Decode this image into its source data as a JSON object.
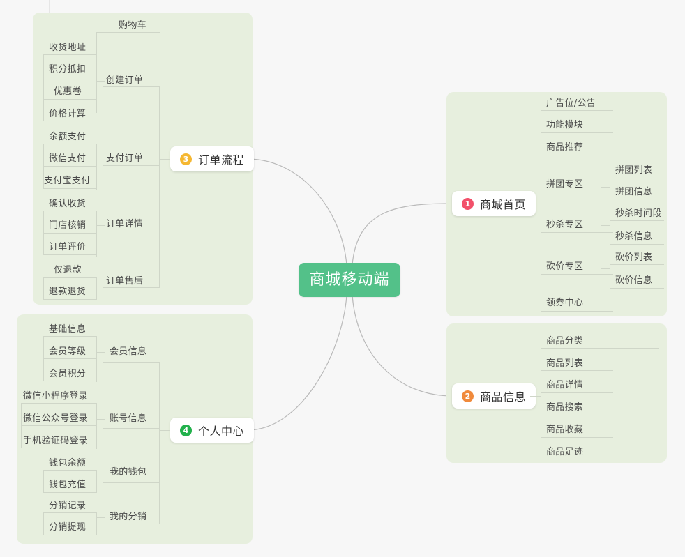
{
  "theme": {
    "background": "#f7f7f7",
    "panel_bg": "#e7efde",
    "root_bg": "#53c189",
    "root_text": "#ffffff",
    "node_text": "#4a4a4a",
    "branch_text": "#333333",
    "line": "#cfd6c8",
    "curve": "#b9b9b9",
    "branch_card_bg": "#ffffff"
  },
  "root": {
    "label": "商城移动端"
  },
  "branches": [
    {
      "index": "1",
      "label": "商城首页",
      "badge_color": "#f2506a",
      "side": "right",
      "children": [
        {
          "label": "广告位/公告",
          "children": []
        },
        {
          "label": "功能模块",
          "children": []
        },
        {
          "label": "商品推荐",
          "children": []
        },
        {
          "label": "拼团专区",
          "children": [
            {
              "label": "拼团列表"
            },
            {
              "label": "拼团信息"
            }
          ]
        },
        {
          "label": "秒杀专区",
          "children": [
            {
              "label": "秒杀时间段"
            },
            {
              "label": "秒杀信息"
            }
          ]
        },
        {
          "label": "砍价专区",
          "children": [
            {
              "label": "砍价列表"
            },
            {
              "label": "砍价信息"
            }
          ]
        },
        {
          "label": "领券中心",
          "children": []
        }
      ]
    },
    {
      "index": "2",
      "label": "商品信息",
      "badge_color": "#f08a3c",
      "side": "right",
      "children": [
        {
          "label": "商品分类",
          "children": []
        },
        {
          "label": "商品列表",
          "children": []
        },
        {
          "label": "商品详情",
          "children": []
        },
        {
          "label": "商品搜索",
          "children": []
        },
        {
          "label": "商品收藏",
          "children": []
        },
        {
          "label": "商品足迹",
          "children": []
        }
      ]
    },
    {
      "index": "3",
      "label": "订单流程",
      "badge_color": "#f5b731",
      "side": "left",
      "children": [
        {
          "label": "创建订单",
          "children": [
            {
              "label": "购物车"
            },
            {
              "label": "收货地址"
            },
            {
              "label": "积分抵扣"
            },
            {
              "label": "优惠卷"
            },
            {
              "label": "价格计算"
            }
          ]
        },
        {
          "label": "支付订单",
          "children": [
            {
              "label": "余额支付"
            },
            {
              "label": "微信支付"
            },
            {
              "label": "支付宝支付"
            }
          ]
        },
        {
          "label": "订单详情",
          "children": [
            {
              "label": "确认收货"
            },
            {
              "label": "门店核销"
            },
            {
              "label": "订单评价"
            }
          ]
        },
        {
          "label": "订单售后",
          "children": [
            {
              "label": "仅退款"
            },
            {
              "label": "退款退货"
            }
          ]
        }
      ]
    },
    {
      "index": "4",
      "label": "个人中心",
      "badge_color": "#22b14c",
      "side": "left",
      "children": [
        {
          "label": "会员信息",
          "children": [
            {
              "label": "基础信息"
            },
            {
              "label": "会员等级"
            },
            {
              "label": "会员积分"
            }
          ]
        },
        {
          "label": "账号信息",
          "children": [
            {
              "label": "微信小程序登录"
            },
            {
              "label": "微信公众号登录"
            },
            {
              "label": "手机验证码登录"
            }
          ]
        },
        {
          "label": "我的钱包",
          "children": [
            {
              "label": "钱包余额"
            },
            {
              "label": "钱包充值"
            }
          ]
        },
        {
          "label": "我的分销",
          "children": [
            {
              "label": "分销记录"
            },
            {
              "label": "分销提现"
            }
          ]
        }
      ]
    }
  ]
}
